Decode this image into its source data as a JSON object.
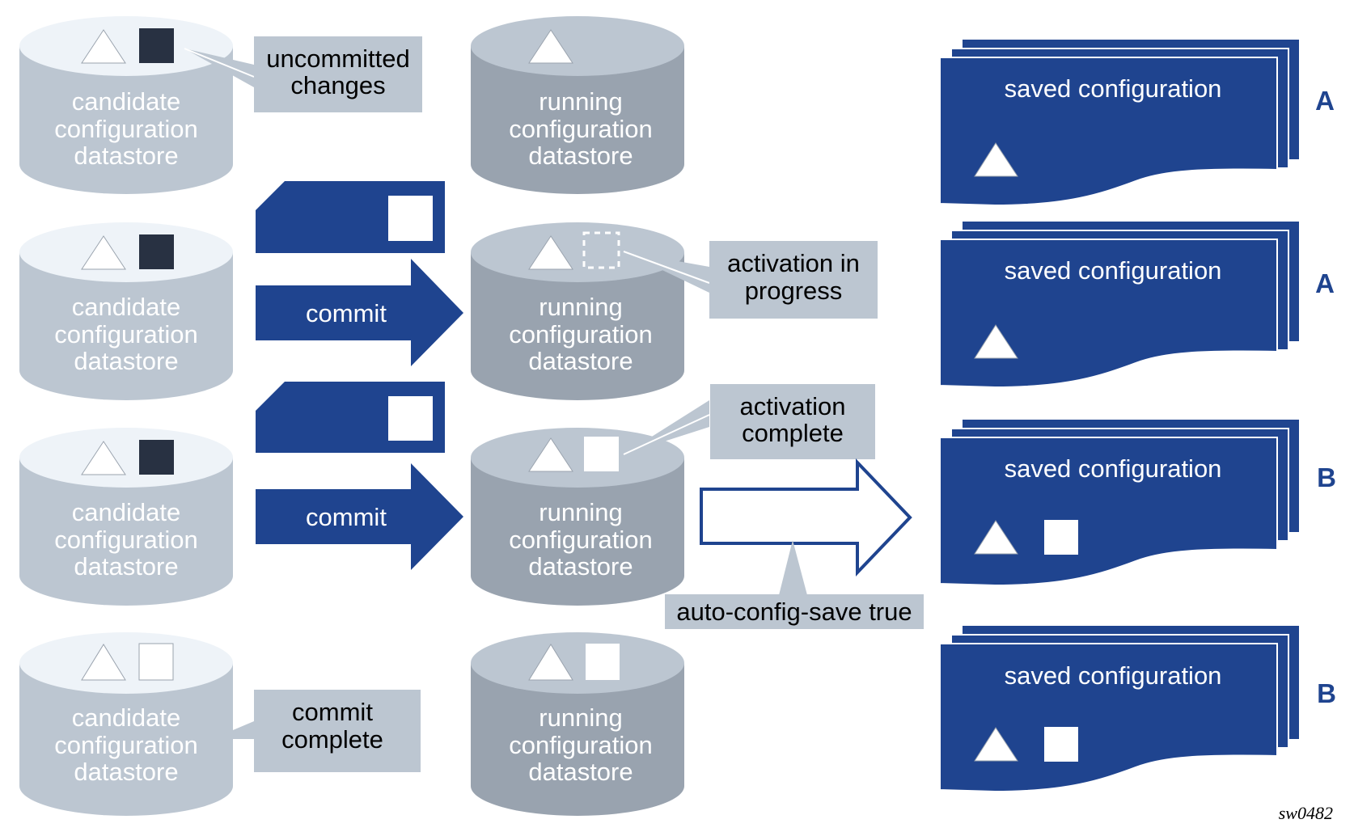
{
  "colors": {
    "navy": "#1f448f",
    "candidate_top": "#eef3f8",
    "candidate_body": "#bcc6d1",
    "running_top": "#bcc6d1",
    "running_body": "#99a3af",
    "callout_bg": "#bcc6d1",
    "uncommitted_square": "#283142",
    "white": "#ffffff"
  },
  "rows": [
    {
      "candidate": {
        "lines": [
          "candidate",
          "configuration",
          "datastore"
        ],
        "triangle": true,
        "square": "dark"
      },
      "running": {
        "lines": [
          "running",
          "configuration",
          "datastore"
        ],
        "triangle": true,
        "square": "none"
      },
      "candidate_callout": {
        "lines": [
          "uncommitted",
          "changes"
        ]
      },
      "commit_arrow": null,
      "running_callout": null,
      "saved": {
        "title": "saved configuration",
        "triangle": true,
        "square": false,
        "version": "A"
      }
    },
    {
      "candidate": {
        "lines": [
          "candidate",
          "configuration",
          "datastore"
        ],
        "triangle": true,
        "square": "dark"
      },
      "running": {
        "lines": [
          "running",
          "configuration",
          "datastore"
        ],
        "triangle": true,
        "square": "dashed"
      },
      "candidate_callout": null,
      "commit_arrow": {
        "label": "commit"
      },
      "running_callout": {
        "lines": [
          "activation in",
          "progress"
        ]
      },
      "saved": {
        "title": "saved configuration",
        "triangle": true,
        "square": false,
        "version": "A"
      }
    },
    {
      "candidate": {
        "lines": [
          "candidate",
          "configuration",
          "datastore"
        ],
        "triangle": true,
        "square": "dark"
      },
      "running": {
        "lines": [
          "running",
          "configuration",
          "datastore"
        ],
        "triangle": true,
        "square": "white"
      },
      "candidate_callout": null,
      "commit_arrow": {
        "label": "commit"
      },
      "running_callout": {
        "lines": [
          "activation",
          "complete"
        ]
      },
      "saved": {
        "title": "saved configuration",
        "triangle": true,
        "square": true,
        "version": "B"
      }
    },
    {
      "candidate": {
        "lines": [
          "candidate",
          "configuration",
          "datastore"
        ],
        "triangle": true,
        "square": "outline"
      },
      "running": {
        "lines": [
          "running",
          "configuration",
          "datastore"
        ],
        "triangle": true,
        "square": "white"
      },
      "candidate_callout": {
        "lines": [
          "commit",
          "complete"
        ]
      },
      "commit_arrow": null,
      "running_callout": null,
      "saved": {
        "title": "saved configuration",
        "triangle": true,
        "square": true,
        "version": "B"
      }
    }
  ],
  "save_arrow": {
    "label": "auto-config-save true"
  },
  "figure_id": "sw0482"
}
